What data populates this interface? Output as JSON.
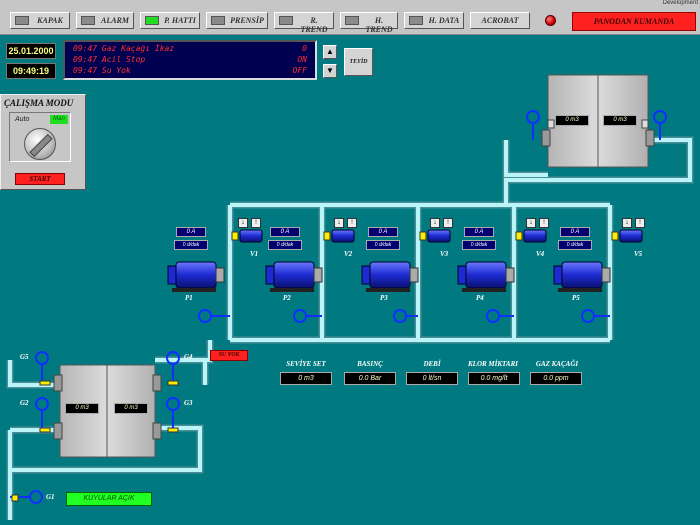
{
  "toolbar": {
    "buttons": [
      {
        "label": "KAPAK",
        "led_on": false
      },
      {
        "label": "ALARM",
        "led_on": false
      },
      {
        "label": "P. HATTI",
        "led_on": true
      },
      {
        "label": "PRENSİP",
        "led_on": false
      },
      {
        "label": "R. TREND",
        "led_on": false
      },
      {
        "label": "H. TREND",
        "led_on": false
      },
      {
        "label": "H. DATA",
        "led_on": false
      },
      {
        "label": "ACROBAT"
      }
    ],
    "panodan": "PANODAN KUMANDA",
    "dev_note": "Development"
  },
  "date": "25.01.2000",
  "time": "09:49:19",
  "alarms": [
    {
      "time": "09:47 Gaz Kaçağı İkaz",
      "state": "0"
    },
    {
      "time": "09:47 Acil Stop",
      "state": "ON"
    },
    {
      "time": "09:47 Su Yok",
      "state": "OFF"
    }
  ],
  "scroll_up": "▲",
  "scroll_down": "▼",
  "teyid": "TEYİD",
  "mode": {
    "title": "ÇALIŞMA MODU",
    "auto": "Auto",
    "man": "Man",
    "start": "START"
  },
  "top_tank": {
    "left": "0 m3",
    "right": "0 m3"
  },
  "bottom_tank": {
    "left": "0 m3",
    "right": "0 m3"
  },
  "pumps": [
    {
      "name": "P1",
      "amp": "0 A",
      "speed": "0 d/dak",
      "valve": "V1"
    },
    {
      "name": "P2",
      "amp": "0 A",
      "speed": "0 d/dak",
      "valve": "V2"
    },
    {
      "name": "P3",
      "amp": "0 A",
      "speed": "0 d/dak",
      "valve": "V3"
    },
    {
      "name": "P4",
      "amp": "0 A",
      "speed": "0 d/dak",
      "valve": "V4"
    },
    {
      "name": "P5",
      "amp": "0 A",
      "speed": "0 d/dak",
      "valve": "V5"
    }
  ],
  "arrows": {
    "down": "↓",
    "up": "↑"
  },
  "su_yok": "SU YOK",
  "measurements": [
    {
      "label": "SEVİYE SET",
      "value": "0 m3"
    },
    {
      "label": "BASINÇ",
      "value": "0.0 Bar"
    },
    {
      "label": "DEBİ",
      "value": "0 lt/sn"
    },
    {
      "label": "KLOR MİKTARI",
      "value": "0.0 mg/lt"
    },
    {
      "label": "GAZ KAÇAĞI",
      "value": "0.0 ppm"
    }
  ],
  "gates": [
    "G1",
    "G2",
    "G3",
    "G4",
    "G5"
  ],
  "kuyular": "KUYULAR AÇIK",
  "colors": {
    "water": "#b8f4f8",
    "pipe_edge": "#4a8f98",
    "pump": "#1c2ad0",
    "background": "#007a80"
  }
}
